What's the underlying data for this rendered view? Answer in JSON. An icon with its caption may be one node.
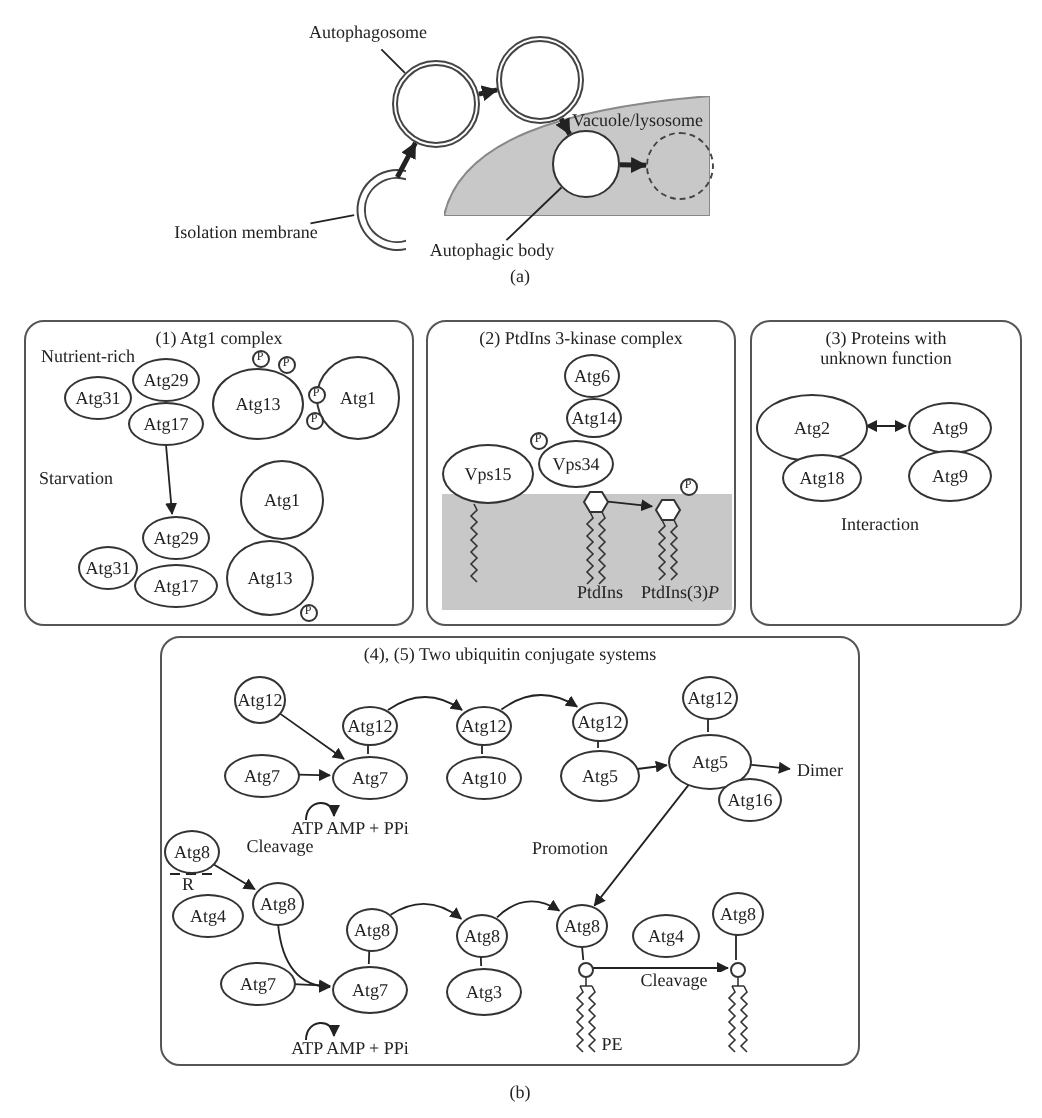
{
  "diagram": {
    "nodes": [
      {
        "text": [
          "Autophagosome"
        ]
      },
      {
        "text": [
          "Isolation membrane"
        ]
      },
      {
        "text": [],
        "shape": "arc"
      },
      {
        "text": [],
        "shape": "circle"
      },
      {
        "text": [],
        "shape": "circle"
      },
      {
        "text": [
          "Vacuole/lysosome"
        ]
      },
      {
        "text": [],
        "shape": "circle",
        "in": 5
      },
      {
        "text": [],
        "shape": "circle",
        "in": 5
      },
      {
        "text": [
          "Autophagic body"
        ]
      },
      {
        "text": [
          "(1) Atg1 complex"
        ]
      },
      {
        "text": [
          "Atg31"
        ],
        "in": 9
      },
      {
        "text": [
          "Atg29"
        ],
        "in": 9
      },
      {
        "text": [
          "Atg17"
        ],
        "in": 9
      },
      {
        "text": [
          "Atg13"
        ],
        "in": 9
      },
      {
        "text": [
          "P"
        ],
        "in": 9
      },
      {
        "text": [
          "P"
        ],
        "in": 9
      },
      {
        "text": [
          "P"
        ],
        "in": 9
      },
      {
        "text": [
          "P"
        ],
        "in": 9
      },
      {
        "text": [
          "Atg1"
        ],
        "in": 9
      },
      {
        "text": [
          "Atg29"
        ],
        "in": 9
      },
      {
        "text": [
          "Atg31"
        ],
        "in": 9
      },
      {
        "text": [
          "Atg17"
        ],
        "in": 9
      },
      {
        "text": [
          "Atg1"
        ],
        "in": 9
      },
      {
        "text": [
          "Atg13"
        ],
        "in": 9
      },
      {
        "text": [
          "P"
        ],
        "in": 9
      },
      {
        "text": [
          "(2) PtdIns 3-kinase complex"
        ]
      },
      {
        "text": [
          "Atg6"
        ],
        "in": 25
      },
      {
        "text": [
          "Atg14"
        ],
        "in": 25
      },
      {
        "text": [
          "Vps15"
        ],
        "in": 25
      },
      {
        "text": [
          "P"
        ],
        "in": 25
      },
      {
        "text": [
          "Vps34"
        ],
        "in": 25
      },
      {
        "text": [],
        "shape": "lipid",
        "in": 25,
        "beside": [
          "PtdIns"
        ]
      },
      {
        "text": [],
        "shape": "lipid",
        "in": 25,
        "beside": [
          "PtdIns(3)*P*"
        ]
      },
      {
        "text": [
          "P"
        ],
        "in": 25
      },
      {
        "text": [
          "(3) Proteins with unknown function"
        ]
      },
      {
        "text": [
          "Atg2"
        ],
        "in": 34
      },
      {
        "text": [
          "Atg18"
        ],
        "in": 34
      },
      {
        "text": [
          "Atg9"
        ],
        "in": 34
      },
      {
        "text": [
          "Atg9"
        ],
        "in": 34
      },
      {
        "text": [
          "(4), (5) Two ubiquitin conjugate systems"
        ]
      },
      {
        "text": [
          "Atg12"
        ],
        "in": 39
      },
      {
        "text": [
          "Atg7"
        ],
        "in": 39
      },
      {
        "text": [
          "Atg12"
        ],
        "in": 39
      },
      {
        "text": [
          "Atg7"
        ],
        "in": 39
      },
      {
        "text": [
          "Atg12"
        ],
        "in": 39
      },
      {
        "text": [
          "Atg10"
        ],
        "in": 39
      },
      {
        "text": [
          "Atg12"
        ],
        "in": 39
      },
      {
        "text": [
          "Atg5"
        ],
        "in": 39
      },
      {
        "text": [
          "Atg12"
        ],
        "in": 39
      },
      {
        "text": [
          "Atg5"
        ],
        "in": 39
      },
      {
        "text": [
          "Atg16"
        ],
        "in": 39
      },
      {
        "text": [
          "Dimer"
        ],
        "in": 39
      },
      {
        "text": [
          "Atg8"
        ],
        "in": 39
      },
      {
        "text": [
          "Atg4"
        ],
        "in": 39
      },
      {
        "text": [
          "Atg8"
        ],
        "in": 39
      },
      {
        "text": [
          "Atg7"
        ],
        "in": 39
      },
      {
        "text": [
          "Atg8"
        ],
        "in": 39
      },
      {
        "text": [
          "Atg7"
        ],
        "in": 39
      },
      {
        "text": [
          "Atg8"
        ],
        "in": 39
      },
      {
        "text": [
          "Atg3"
        ],
        "in": 39
      },
      {
        "text": [
          "Atg8"
        ],
        "in": 39
      },
      {
        "text": [],
        "shape": "lipid",
        "in": 39,
        "beside": [
          "PE"
        ]
      },
      {
        "text": [
          "Atg4"
        ],
        "in": 39
      },
      {
        "text": [
          "Atg8"
        ],
        "in": 39
      },
      {
        "text": [],
        "shape": "lipid",
        "in": 39
      }
    ],
    "edges": [
      {
        "from": 0,
        "to": 3,
        "arrow": "none"
      },
      {
        "from": 1,
        "to": 2,
        "arrow": "none"
      },
      {
        "from": 8,
        "to": 6,
        "arrow": "none"
      },
      {
        "from": 2,
        "to": 3,
        "arrow": "to",
        "style": "thick"
      },
      {
        "from": 3,
        "to": 4,
        "arrow": "to",
        "style": "thick"
      },
      {
        "from": 4,
        "to": 6,
        "arrow": "to",
        "style": "thick"
      },
      {
        "from": 6,
        "to": 7,
        "arrow": "to",
        "style": "thick"
      },
      {
        "from": 12,
        "to": 19,
        "arrow": "to"
      },
      {
        "from": 31,
        "to": 32,
        "arrow": "to"
      },
      {
        "from": 35,
        "to": 37,
        "arrow": "both"
      },
      {
        "from": 40,
        "to": 43,
        "arrow": "to"
      },
      {
        "from": 41,
        "to": 43,
        "arrow": "to"
      },
      {
        "from": 42,
        "to": 43,
        "arrow": "none"
      },
      {
        "from": 42,
        "to": 44,
        "arrow": "to"
      },
      {
        "from": 44,
        "to": 45,
        "arrow": "none"
      },
      {
        "from": 44,
        "to": 46,
        "arrow": "to"
      },
      {
        "from": 46,
        "to": 47,
        "arrow": "none"
      },
      {
        "from": 47,
        "to": 49,
        "arrow": "to"
      },
      {
        "from": 48,
        "to": 49,
        "arrow": "none"
      },
      {
        "from": 49,
        "to": 51,
        "arrow": "to"
      },
      {
        "from": 49,
        "to": 60,
        "arrow": "to",
        "label": "Promotion"
      },
      {
        "from": 52,
        "to": 54,
        "arrow": "to",
        "label": "Cleavage"
      },
      {
        "from": 54,
        "to": 57,
        "arrow": "to"
      },
      {
        "from": 55,
        "to": 57,
        "arrow": "to"
      },
      {
        "from": 56,
        "to": 57,
        "arrow": "none"
      },
      {
        "from": 56,
        "to": 58,
        "arrow": "to"
      },
      {
        "from": 58,
        "to": 59,
        "arrow": "none"
      },
      {
        "from": 58,
        "to": 60,
        "arrow": "to"
      },
      {
        "from": 60,
        "to": 61,
        "arrow": "none"
      },
      {
        "from": 61,
        "to": 64,
        "arrow": "to",
        "label": "Cleavage"
      },
      {
        "from": 63,
        "to": 64,
        "arrow": "none"
      }
    ],
    "labels": [
      "(a)",
      "Nutrient-rich",
      "Starvation",
      "Interaction",
      "ATP AMP + PPi",
      "R",
      "ATP AMP + PPi",
      "(b)"
    ]
  }
}
